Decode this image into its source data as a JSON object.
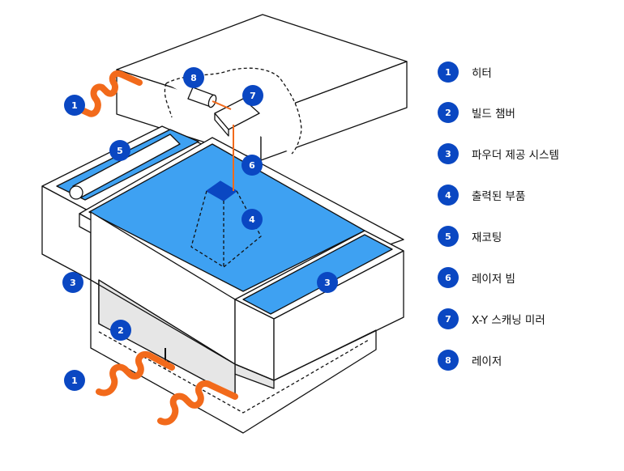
{
  "colors": {
    "accent": "#0a47c2",
    "powder": "#3ea1f2",
    "laser": "#f26a1b",
    "heater": "#f26a1b",
    "outline": "#111111",
    "chamber_fill": "#e6e6e6"
  },
  "legend": [
    {
      "num": "1",
      "label": "히터"
    },
    {
      "num": "2",
      "label": "빌드 챔버"
    },
    {
      "num": "3",
      "label": "파우더 제공 시스템"
    },
    {
      "num": "4",
      "label": "출력된 부품"
    },
    {
      "num": "5",
      "label": "재코팅"
    },
    {
      "num": "6",
      "label": "레이저 빔"
    },
    {
      "num": "7",
      "label": "X-Y 스캐닝 미러"
    },
    {
      "num": "8",
      "label": "레이저"
    }
  ],
  "callouts": {
    "heater_top": "1",
    "heater_bottom": "1",
    "build_chamber": "2",
    "powder_left": "3",
    "powder_right": "3",
    "printed_part": "4",
    "recoater": "5",
    "laser_beam": "6",
    "scan_mirror": "7",
    "laser": "8"
  },
  "icons": {
    "down_arrow": "arrow-down-icon",
    "heater_coil": "heater-coil-icon"
  }
}
